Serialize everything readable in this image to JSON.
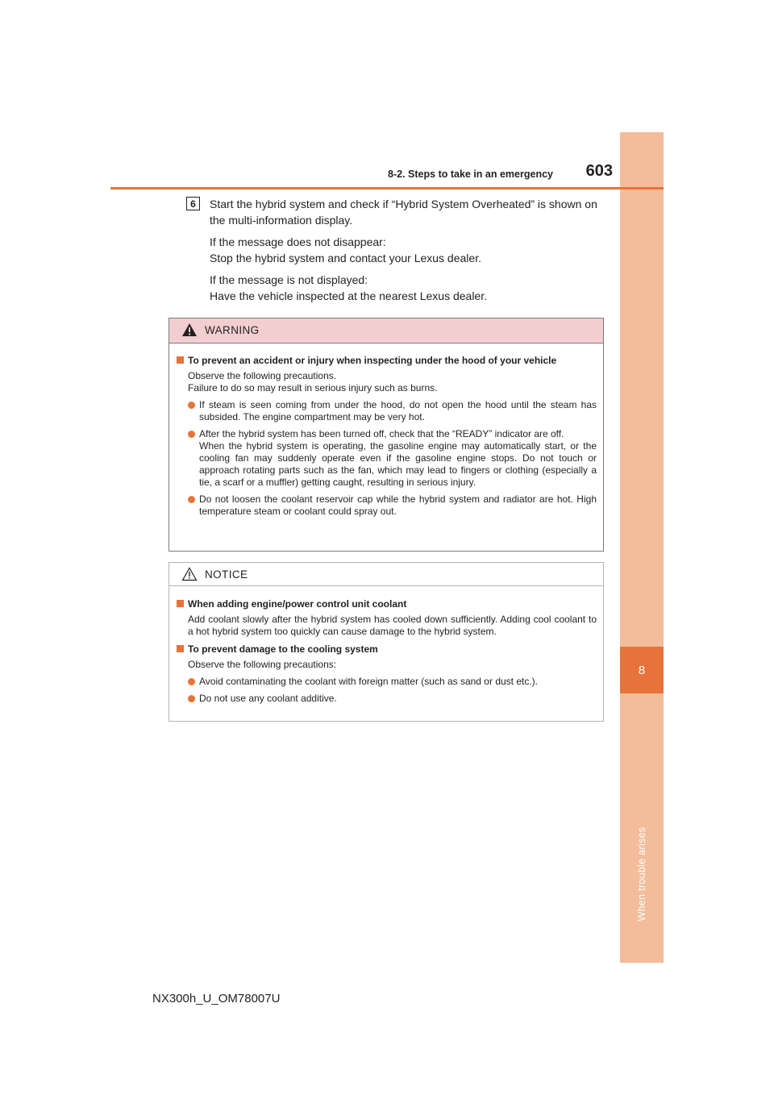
{
  "header": {
    "section": "8-2. Steps to take in an emergency",
    "page_number": "603"
  },
  "side_tab": {
    "chapter_number": "8",
    "chapter_title": "When trouble arises"
  },
  "step": {
    "number": "6",
    "paragraphs": [
      "Start the hybrid system and check if “Hybrid System Overheated” is shown on the multi-information display.",
      "If the message does not disappear:\nStop the hybrid system and contact your Lexus dealer.",
      "If the message is not displayed:\nHave the vehicle inspected at the nearest Lexus dealer."
    ]
  },
  "warning": {
    "title": "WARNING",
    "icon": "warning-triangle-icon",
    "heading": "To prevent an accident or injury when inspecting under the hood of your vehicle",
    "intro": [
      "Observe the following precautions.",
      "Failure to do so may result in serious injury such as burns."
    ],
    "bullets": [
      "If steam is seen coming from under the hood, do not open the hood until the steam has subsided. The engine compartment may be very hot.",
      "After the hybrid system has been turned off, check that the “READY” indicator are off.\nWhen the hybrid system is operating, the gasoline engine may automatically start, or the cooling fan may suddenly operate even if the gasoline engine stops. Do not touch or approach rotating parts such as the fan, which may lead to fingers or clothing (especially a tie, a scarf or a muffler) getting caught, resulting in serious injury.",
      "Do not loosen the coolant reservoir cap while the hybrid system and radiator are hot. High temperature steam or coolant could spray out."
    ]
  },
  "notice": {
    "title": "NOTICE",
    "icon": "notice-triangle-icon",
    "heading1": "When adding engine/power control unit coolant",
    "text1": "Add coolant slowly after the hybrid system has cooled down sufficiently. Adding cool coolant to a hot hybrid system too quickly can cause damage to the hybrid system.",
    "heading2": "To prevent damage to the cooling system",
    "text2": "Observe the following precautions:",
    "bullets": [
      "Avoid contaminating the coolant with foreign matter (such as sand or dust etc.).",
      "Do not use any coolant additive."
    ]
  },
  "footer": {
    "code": "NX300h_U_OM78007U"
  },
  "colors": {
    "accent": "#e8733a",
    "side_tab": "#f3bc9a",
    "warning_header": "#f2ced1"
  }
}
